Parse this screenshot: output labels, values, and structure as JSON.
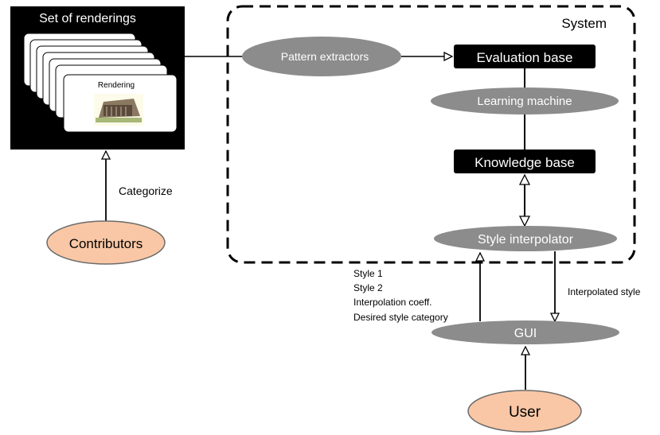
{
  "renderings": {
    "title": "Set of renderings",
    "card_label": "Rendering"
  },
  "system": {
    "label": "System"
  },
  "nodes": {
    "pattern_extractors": "Pattern extractors",
    "evaluation_base": "Evaluation base",
    "learning_machine": "Learning machine",
    "knowledge_base": "Knowledge base",
    "style_interpolator": "Style interpolator",
    "gui": "GUI",
    "contributors": "Contributors",
    "user": "User"
  },
  "edges": {
    "categorize": "Categorize",
    "interpolated_style": "Interpolated style",
    "inputs": [
      "Style 1",
      "Style 2",
      "Interpolation coeff.",
      "Desired style category"
    ]
  },
  "colors": {
    "gray_node": "#8c8c8c",
    "black_node": "#000000",
    "actor_fill": "#f9c7a6",
    "actor_stroke": "#6b6b6b",
    "card_fill": "#ffffff",
    "card_inner": "#fdfbe9"
  }
}
